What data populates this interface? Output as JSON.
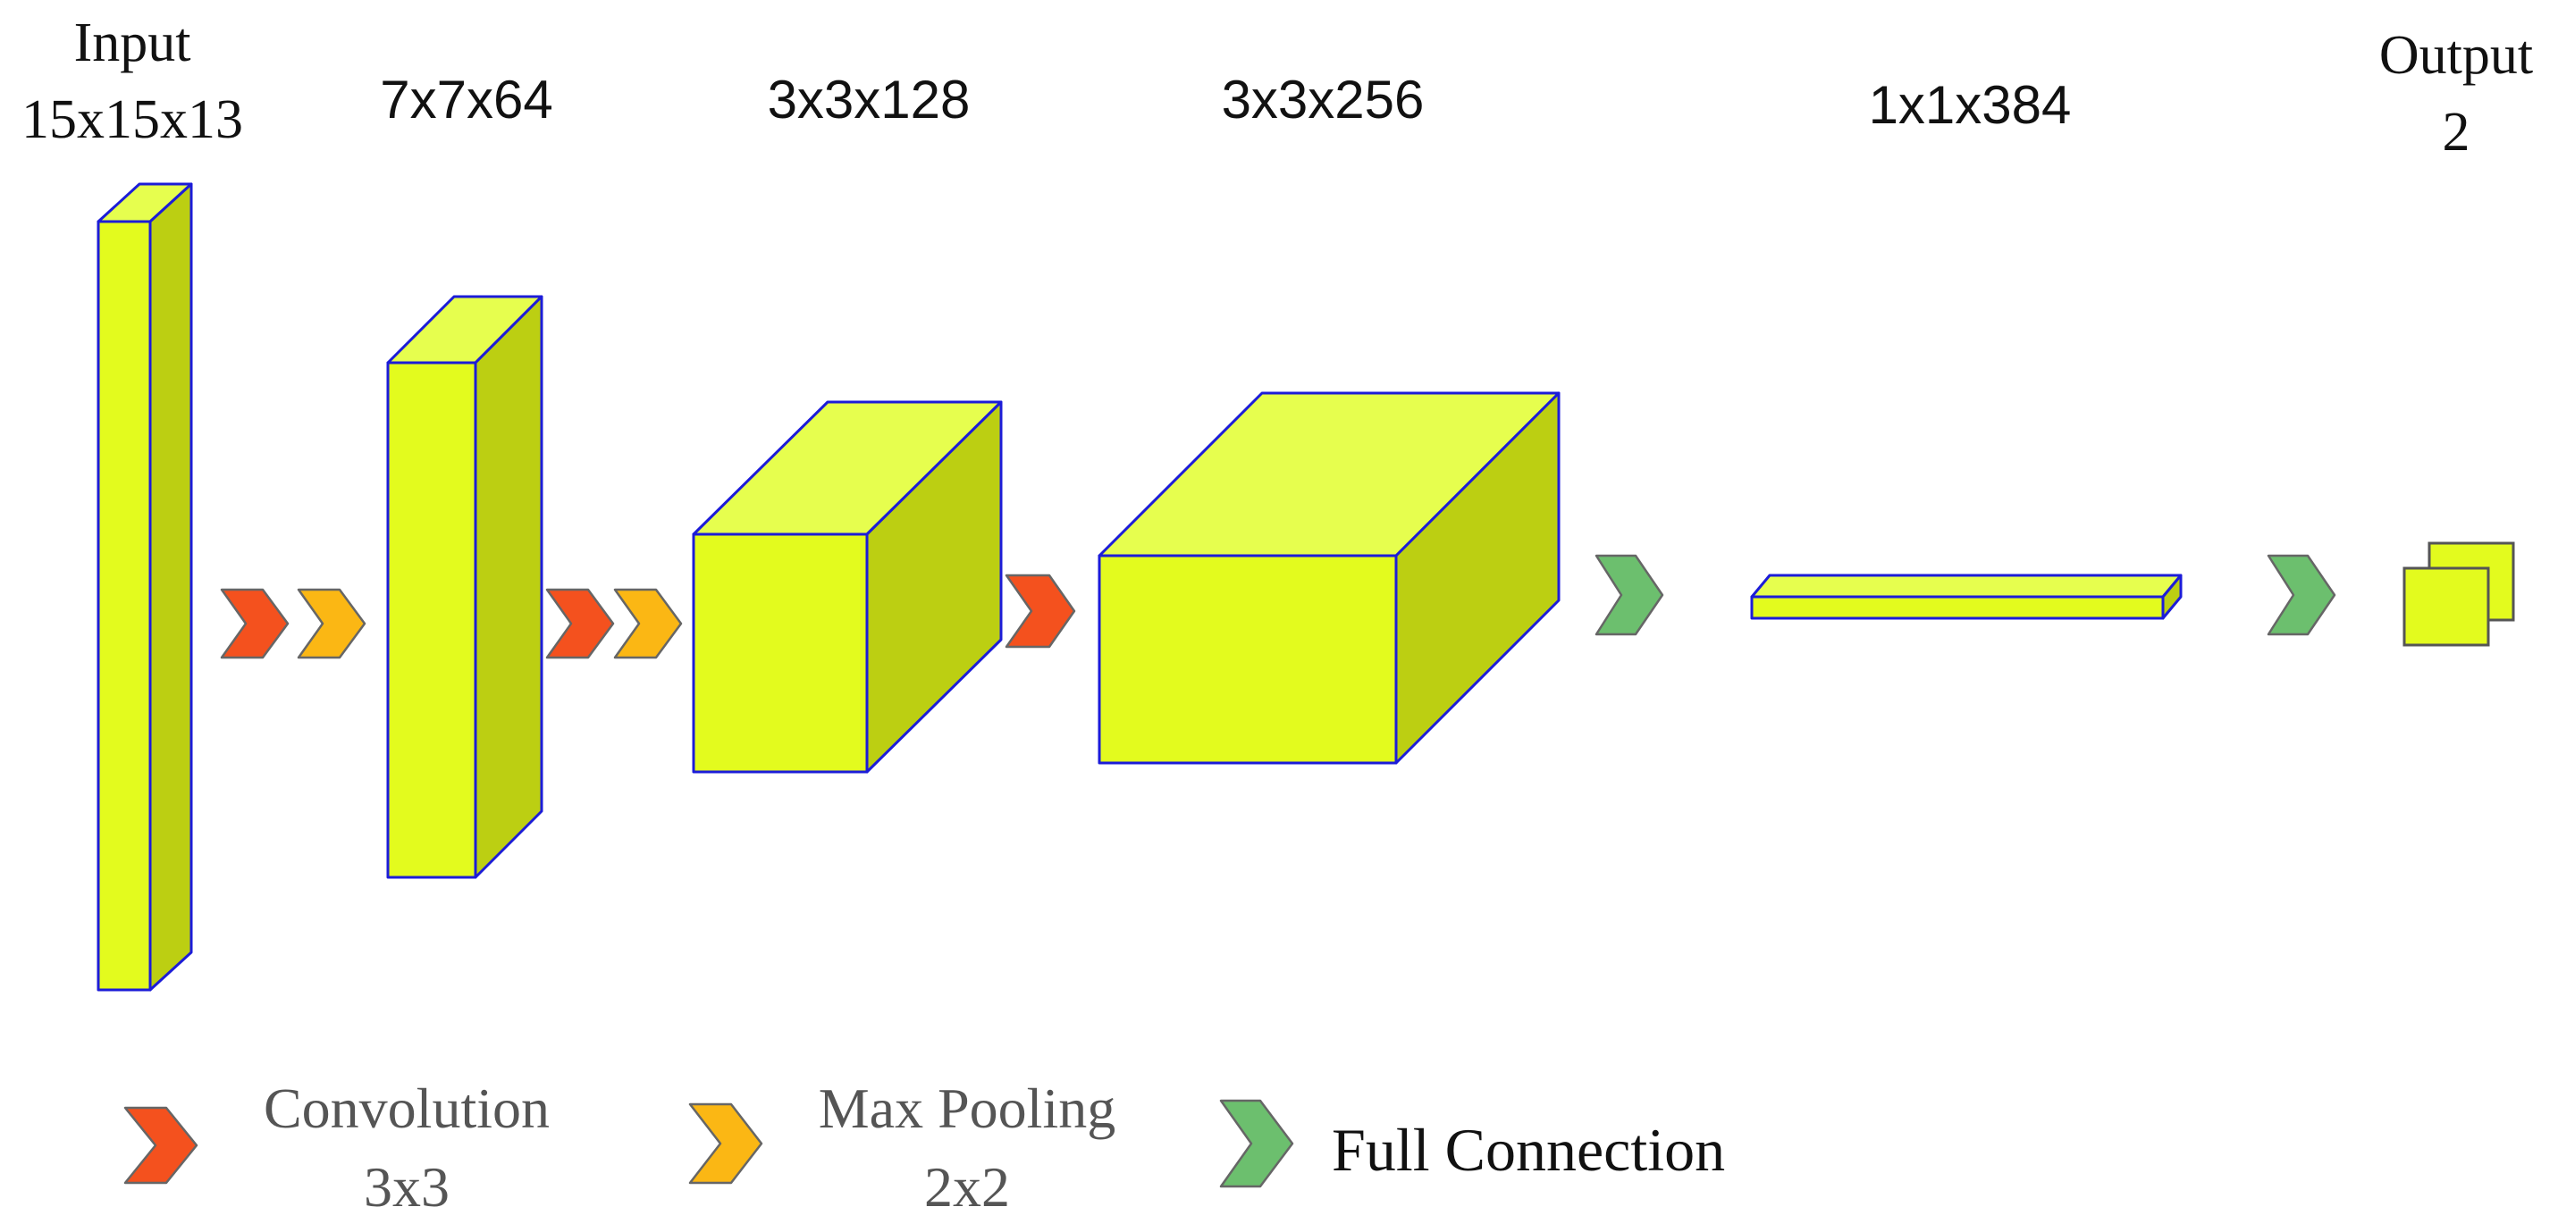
{
  "layers": {
    "input": {
      "title": "Input",
      "dims": "15x15x13"
    },
    "l1": {
      "dims": "7x7x64"
    },
    "l2": {
      "dims": "3x3x128"
    },
    "l3": {
      "dims": "3x3x256"
    },
    "fc": {
      "dims": "1x1x384"
    },
    "output": {
      "title": "Output",
      "dims": "2"
    }
  },
  "legend": {
    "convolution": {
      "name": "Convolution",
      "size": "3x3",
      "color": "#f4511e"
    },
    "max_pooling": {
      "name": "Max Pooling",
      "size": "2x2",
      "color": "#fbb714"
    },
    "full_connection": {
      "name": "Full Connection",
      "color": "#6cbf6e"
    }
  },
  "colors": {
    "block_front": "#e3fb1e",
    "block_top": "#e6fe4e",
    "block_side": "#bccf12",
    "block_outline": "#1c1cd8"
  }
}
